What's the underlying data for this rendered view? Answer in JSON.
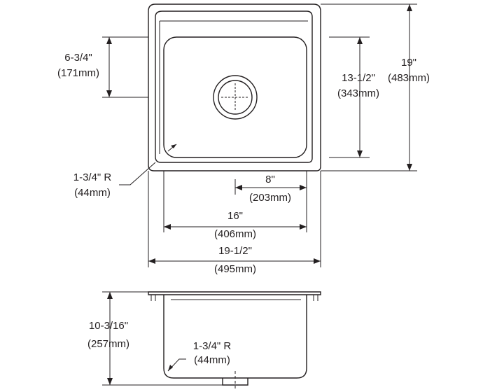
{
  "top_view": {
    "corner_radius": {
      "imperial": "1-3/4\" R",
      "metric": "(44mm)"
    },
    "drain_offset": {
      "imperial": "6-3/4\"",
      "metric": "(171mm)"
    },
    "bowl_depth_front_back": {
      "imperial": "13-1/2\"",
      "metric": "(343mm)"
    },
    "overall_front_back": {
      "imperial": "19\"",
      "metric": "(483mm)"
    },
    "drain_center": {
      "imperial": "8\"",
      "metric": "(203mm)"
    },
    "bowl_width": {
      "imperial": "16\"",
      "metric": "(406mm)"
    },
    "overall_width": {
      "imperial": "19-1/2\"",
      "metric": "(495mm)"
    }
  },
  "side_view": {
    "depth": {
      "imperial": "10-3/16\"",
      "metric": "(257mm)"
    },
    "corner_radius": {
      "imperial": "1-3/4\" R",
      "metric": "(44mm)"
    }
  }
}
